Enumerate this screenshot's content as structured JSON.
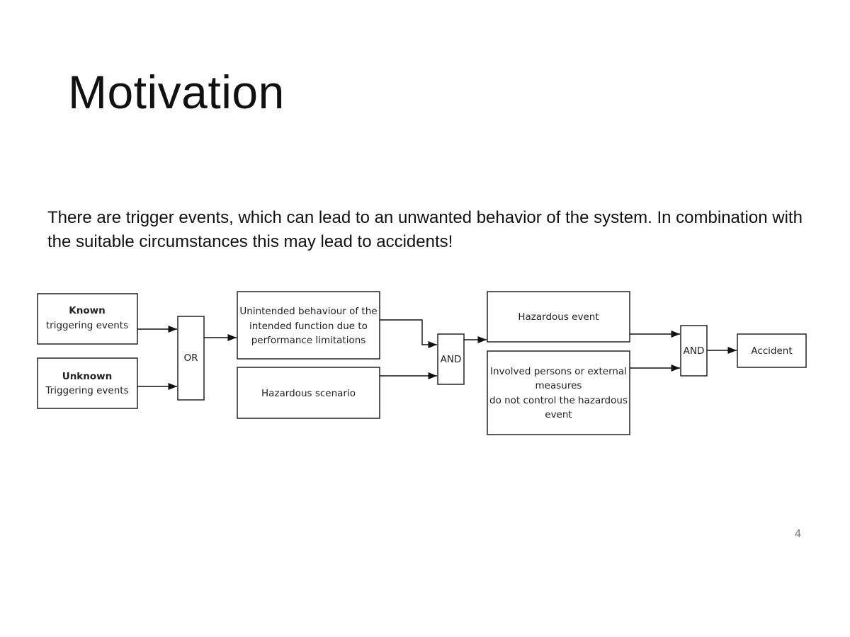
{
  "slide": {
    "title": "Motivation",
    "body": "There are trigger events, which can lead to an unwanted behavior of the system. In combination with the  suitable circumstances this may lead to accidents!",
    "page_number": "4"
  },
  "diagram": {
    "nodes": {
      "known": {
        "line1": "Known",
        "line2": "triggering events"
      },
      "unknown": {
        "line1": "Unknown",
        "line2": "Triggering events"
      },
      "or_gate": {
        "label": "OR"
      },
      "unintended": {
        "line1": "Unintended behaviour of the",
        "line2": "intended function due to",
        "line3": "performance limitations"
      },
      "hazardous_scenario": {
        "label": "Hazardous scenario"
      },
      "and_gate_1": {
        "label": "AND"
      },
      "hazardous_event": {
        "label": "Hazardous event"
      },
      "involved": {
        "line1": "Involved persons or external",
        "line2": "measures",
        "line3": "do not control the hazardous",
        "line4": "event"
      },
      "and_gate_2": {
        "label": "AND"
      },
      "accident": {
        "label": "Accident"
      }
    }
  }
}
